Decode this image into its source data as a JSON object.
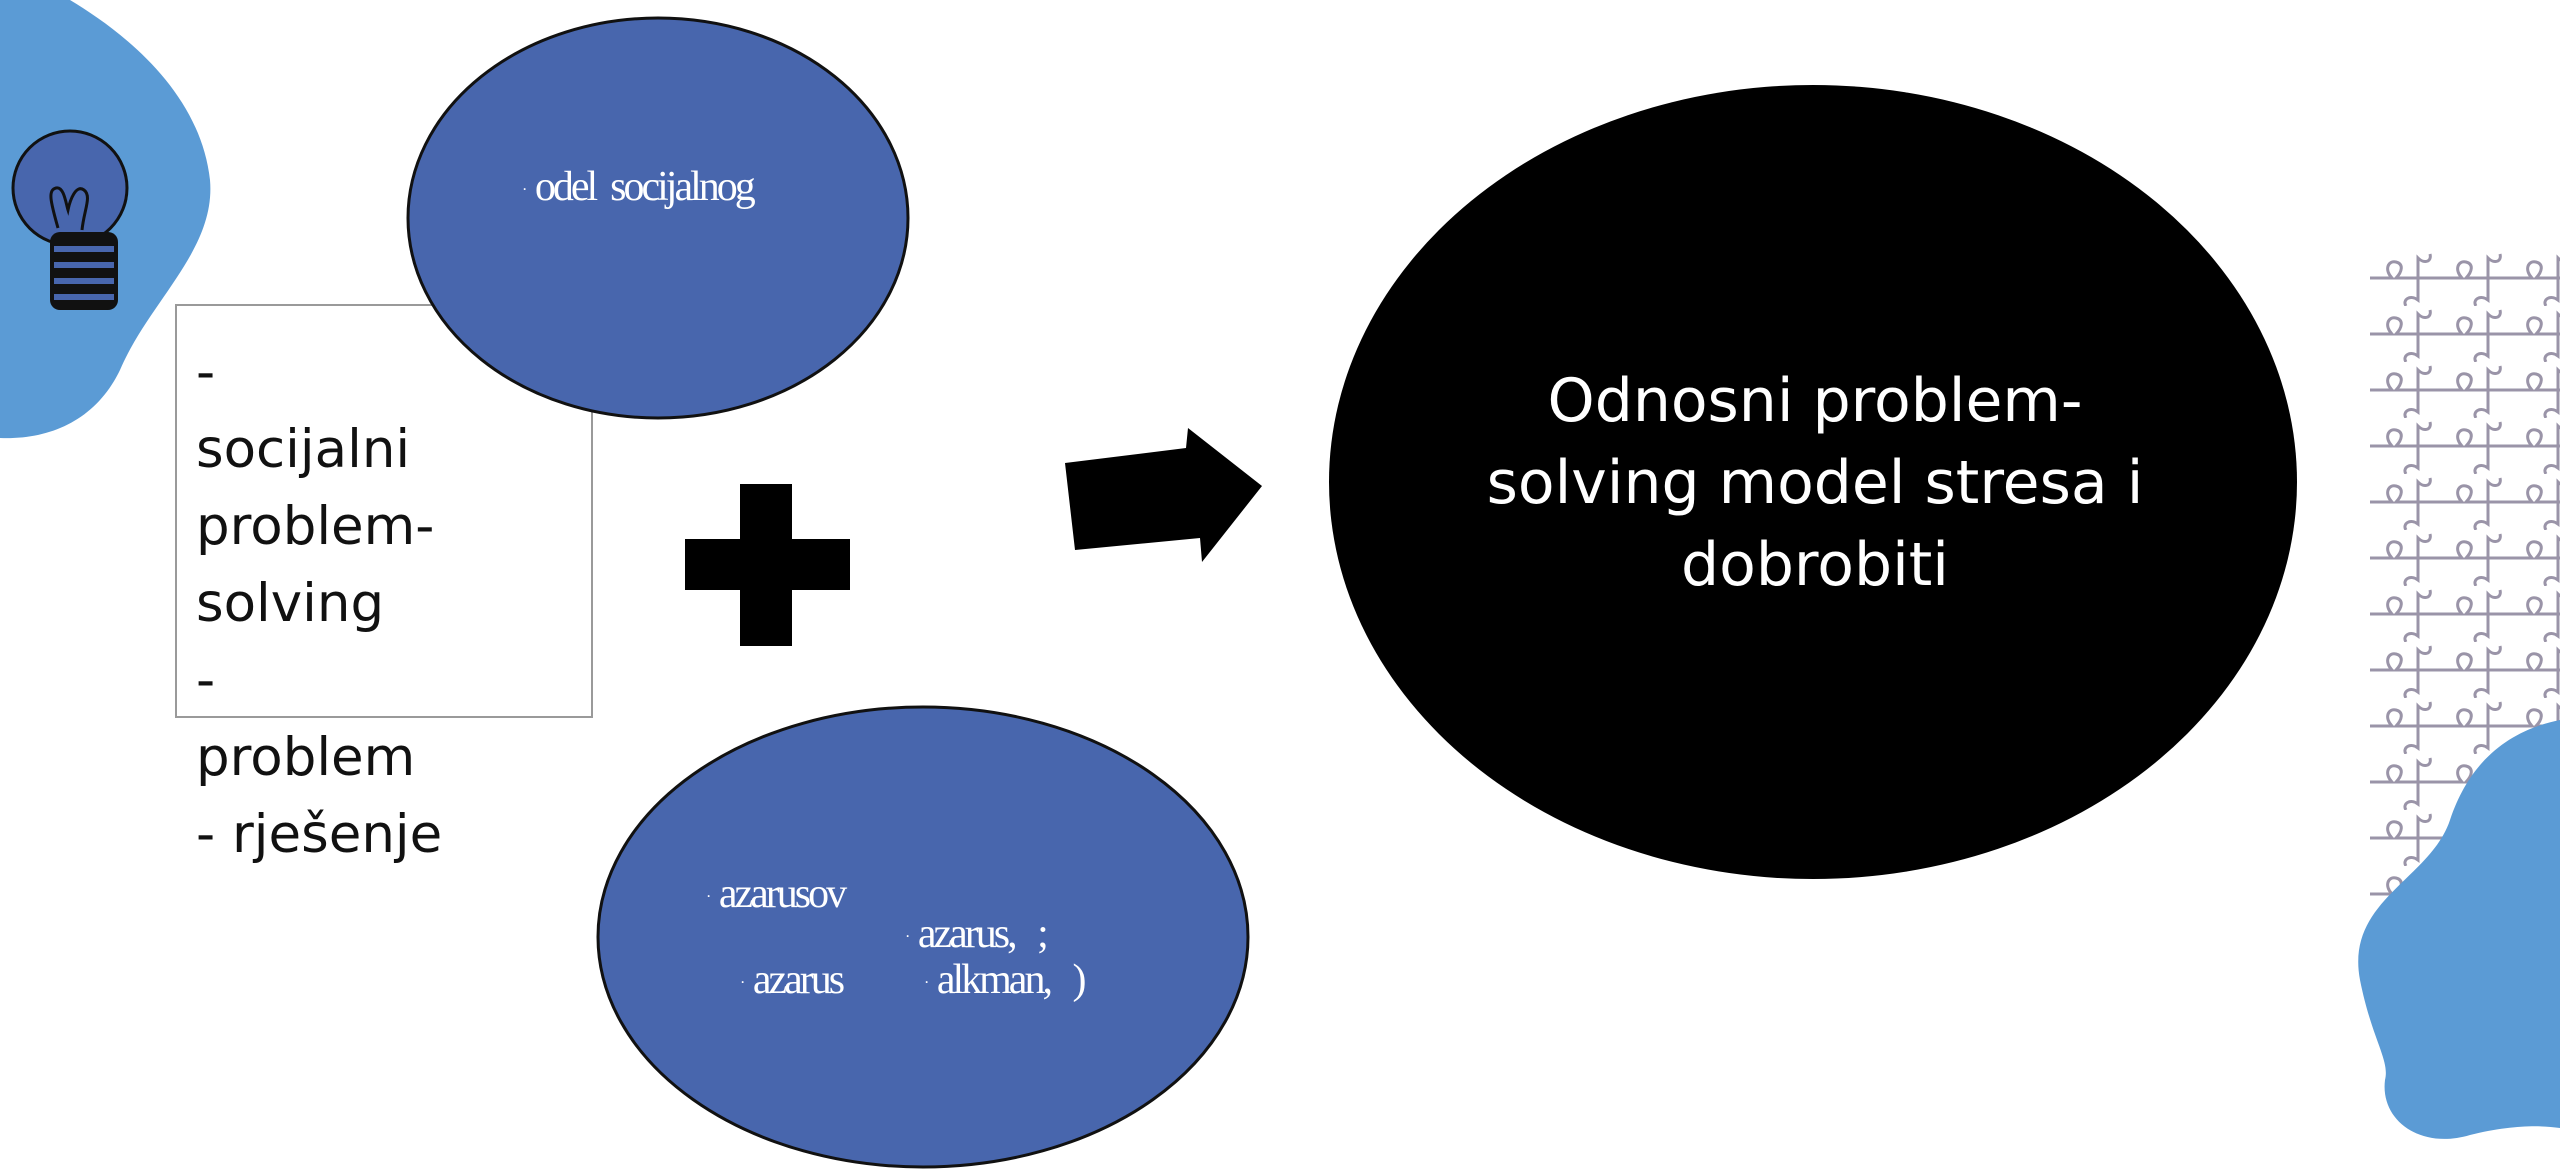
{
  "colors": {
    "background": "#ffffff",
    "blob_blue": "#5b9bd5",
    "ellipse_blue": "#4866ad",
    "center_ellipse": "#000000",
    "puzzle_stroke": "#9a94a8",
    "box_border": "#9a9a9a"
  },
  "icons": {
    "lightbulb": "lightbulb-icon",
    "plus": "plus-icon",
    "arrow": "arrow-right-icon",
    "puzzle": "puzzle-pattern"
  },
  "left_box": {
    "lines": [
      "- socijalni",
      "problem-",
      "solving",
      "- problem",
      "- rješenje"
    ]
  },
  "top_ellipse": {
    "text": "odel  socijalnog"
  },
  "bottom_ellipse": {
    "line1": "azarusov",
    "line2": "azarus,   ;",
    "line3a": "azarus",
    "line3b": "alkman,   )"
  },
  "center_ellipse": {
    "lines": [
      "Odnosni problem-",
      "solving model stresa i",
      "dobrobiti"
    ]
  }
}
